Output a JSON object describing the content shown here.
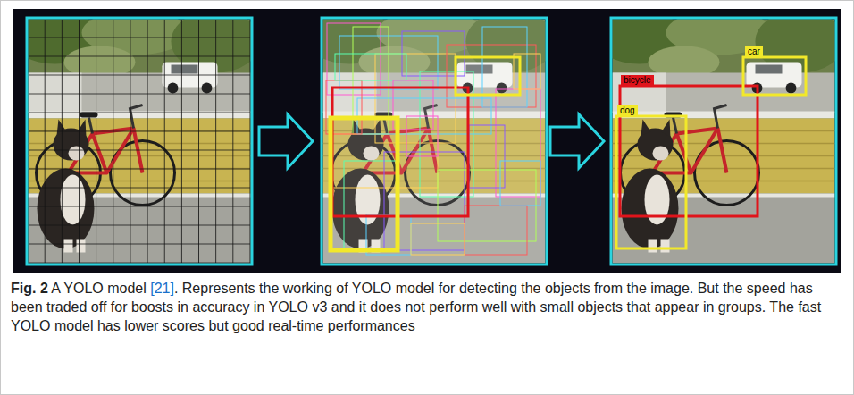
{
  "diagram": {
    "caption": "Fig. 2 A YOLO model [21]. Represents the working of YOLO model for detecting the objects from the image. But the speed has been traded off for boosts in accuracy in YOLO v3 and it does not perform well with small objects that appear in groups. The fast YOLO model has lower scores but good real-time performances",
    "nodes": [
      {
        "text": [
          "bicycle"
        ]
      },
      {
        "text": [
          "dog"
        ]
      },
      {
        "text": [
          "car"
        ]
      }
    ]
  }
}
